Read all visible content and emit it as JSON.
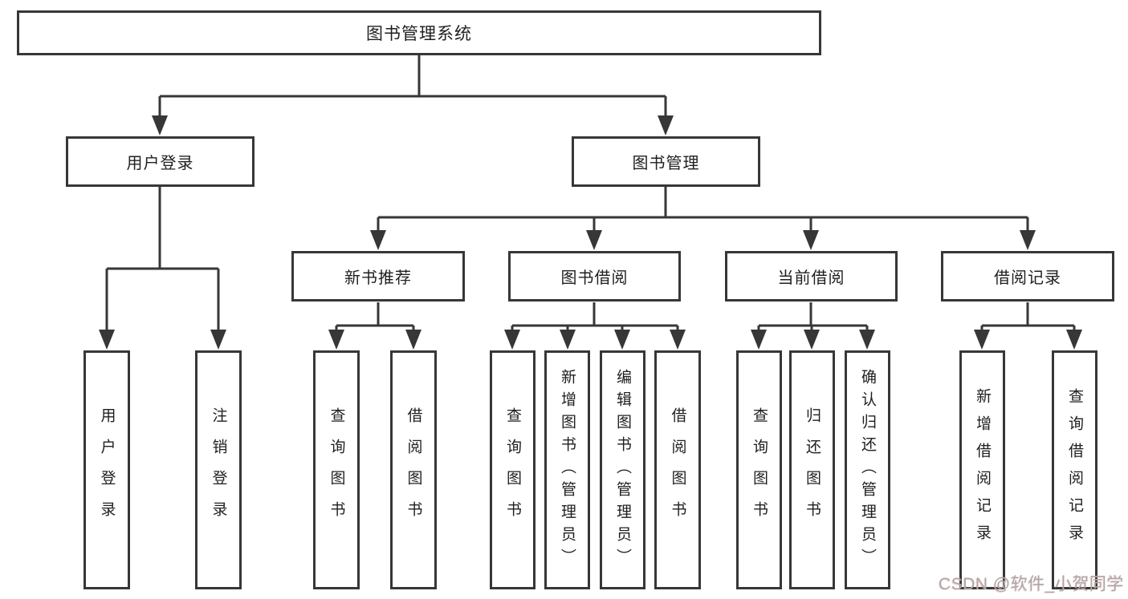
{
  "diagram": {
    "title": "图书管理系统",
    "level2": {
      "user_login": "用户登录",
      "book_mgmt": "图书管理"
    },
    "level3": {
      "new_book_rec": "新书推荐",
      "book_borrow": "图书借阅",
      "current_borrow": "当前借阅",
      "borrow_records": "借阅记录"
    },
    "leaves": {
      "user_login": [
        "用户登录",
        "注销登录"
      ],
      "new_book_rec": [
        "查询图书",
        "借阅图书"
      ],
      "book_borrow": [
        "查询图书",
        "新增图书（管理员）",
        "编辑图书（管理员）",
        "借阅图书"
      ],
      "current_borrow": [
        "查询图书",
        "归还图书",
        "确认归还（管理员）"
      ],
      "borrow_records": [
        "新增借阅记录",
        "查询借阅记录"
      ]
    }
  },
  "watermark": {
    "text": "CSDN @软件_小贺同学"
  },
  "colors": {
    "line": "#373737",
    "text": "#1f1f1f",
    "background": "#ffffff",
    "watermark": "#a9a9a9"
  }
}
